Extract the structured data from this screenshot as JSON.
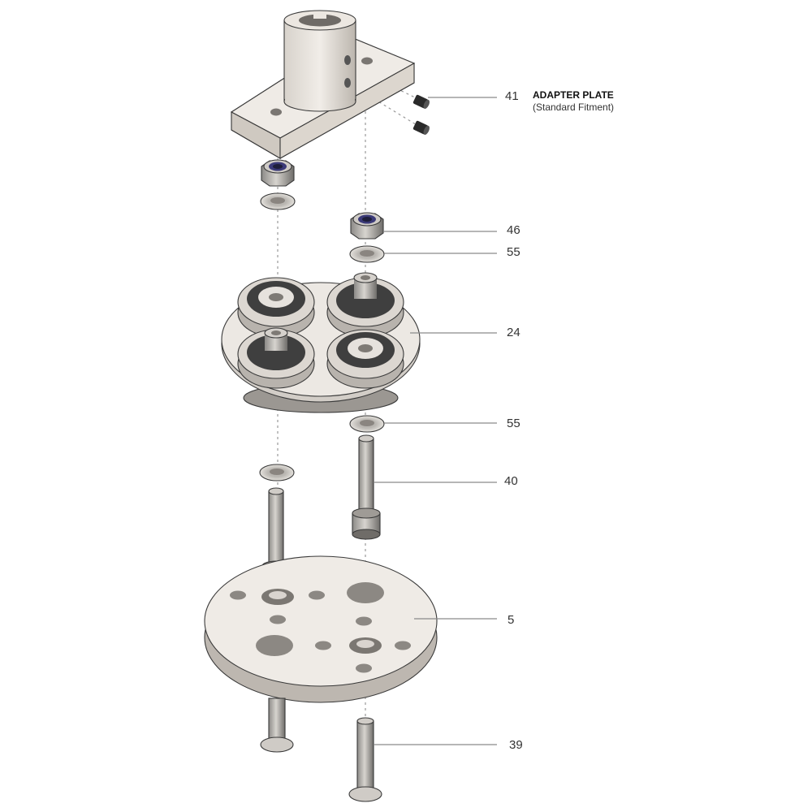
{
  "callouts": {
    "c41": "41",
    "c46": "46",
    "c55a": "55",
    "c24": "24",
    "c55b": "55",
    "c40": "40",
    "c5": "5",
    "c39": "39"
  },
  "adapter": {
    "title": "ADAPTER PLATE",
    "subtitle": "(Standard Fitment)"
  },
  "colors": {
    "plate": "#ede9e4",
    "plate_side": "#cfcac3",
    "bearing_dark": "#4a4a4a",
    "nut_blue": "#3b3a78"
  }
}
